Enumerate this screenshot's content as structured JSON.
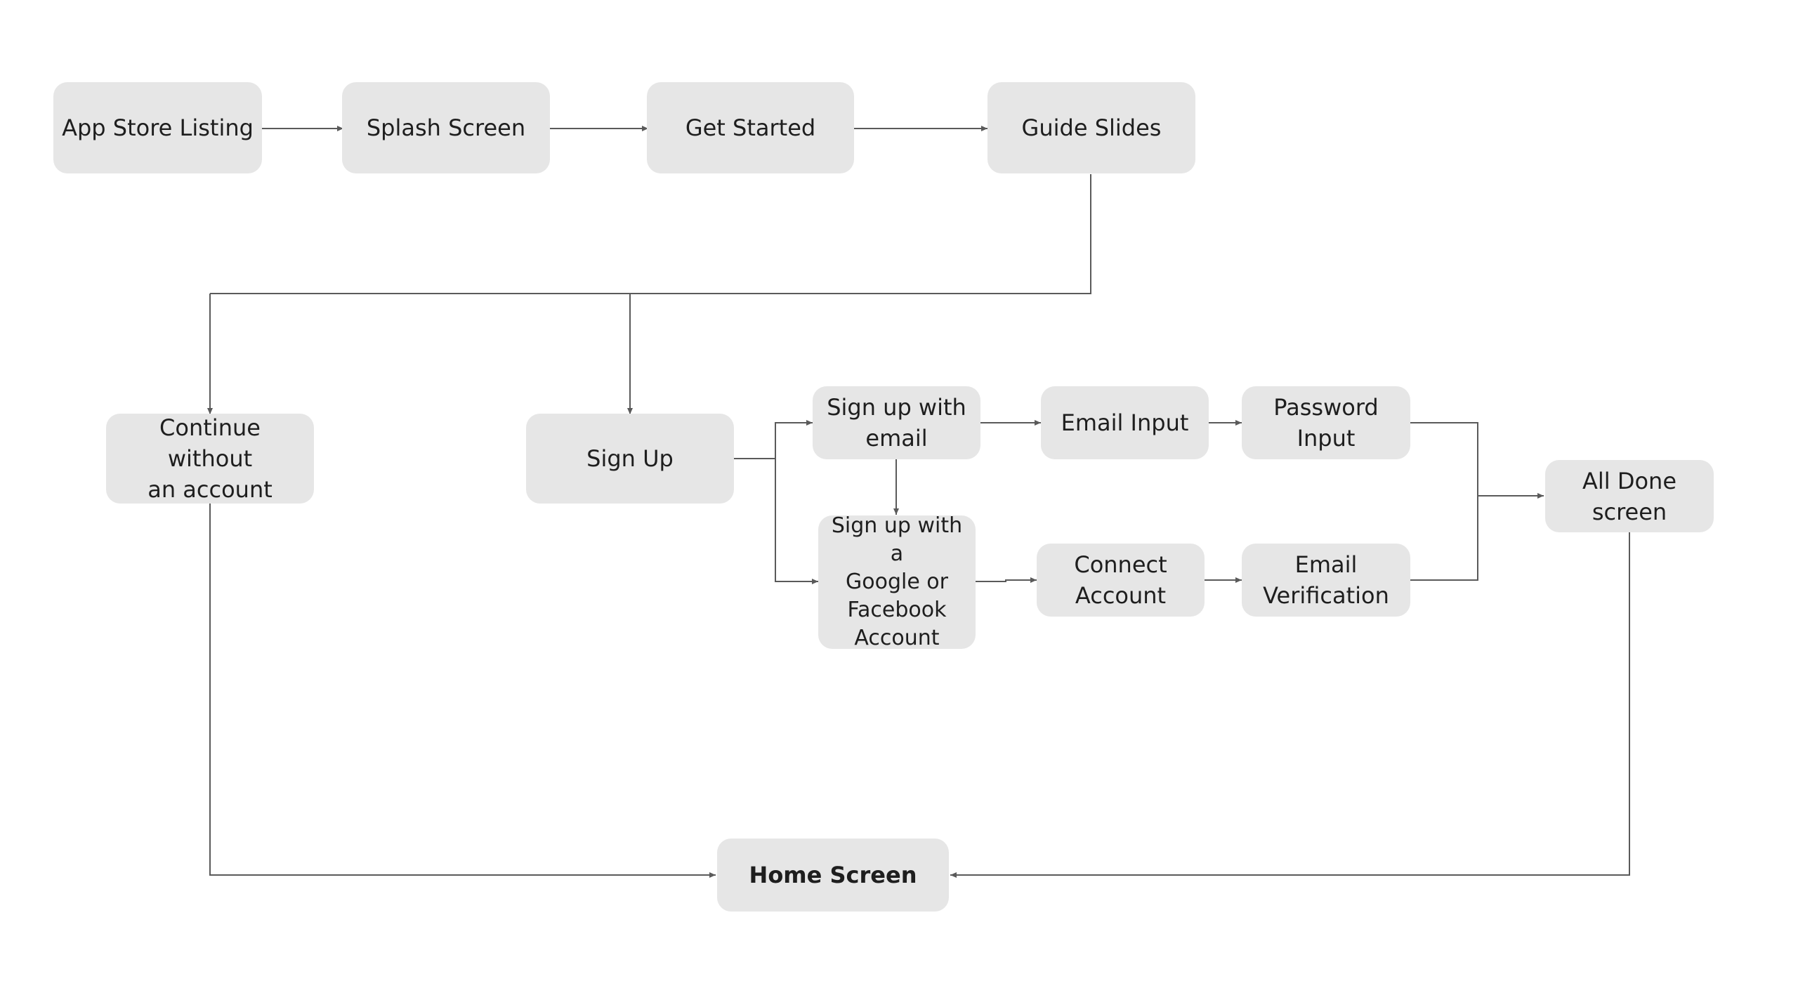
{
  "nodes": {
    "app_store_listing": "App Store Listing",
    "splash_screen": "Splash Screen",
    "get_started": "Get Started",
    "guide_slides": "Guide Slides",
    "continue_without_account": "Continue without\nan account",
    "sign_up": "Sign Up",
    "sign_up_with_email": "Sign up with\nemail",
    "email_input": "Email Input",
    "password_input": "Password\nInput",
    "sign_up_google_facebook": "Sign up with a\nGoogle or\nFacebook\nAccount",
    "connect_account": "Connect\nAccount",
    "email_verification": "Email\nVerification",
    "all_done_screen": "All Done\nscreen",
    "home_screen": "Home Screen"
  },
  "colors": {
    "node_fill": "#e6e6e6",
    "node_text": "#1e1e1e",
    "connector": "#5a5a5a",
    "background": "#ffffff"
  }
}
